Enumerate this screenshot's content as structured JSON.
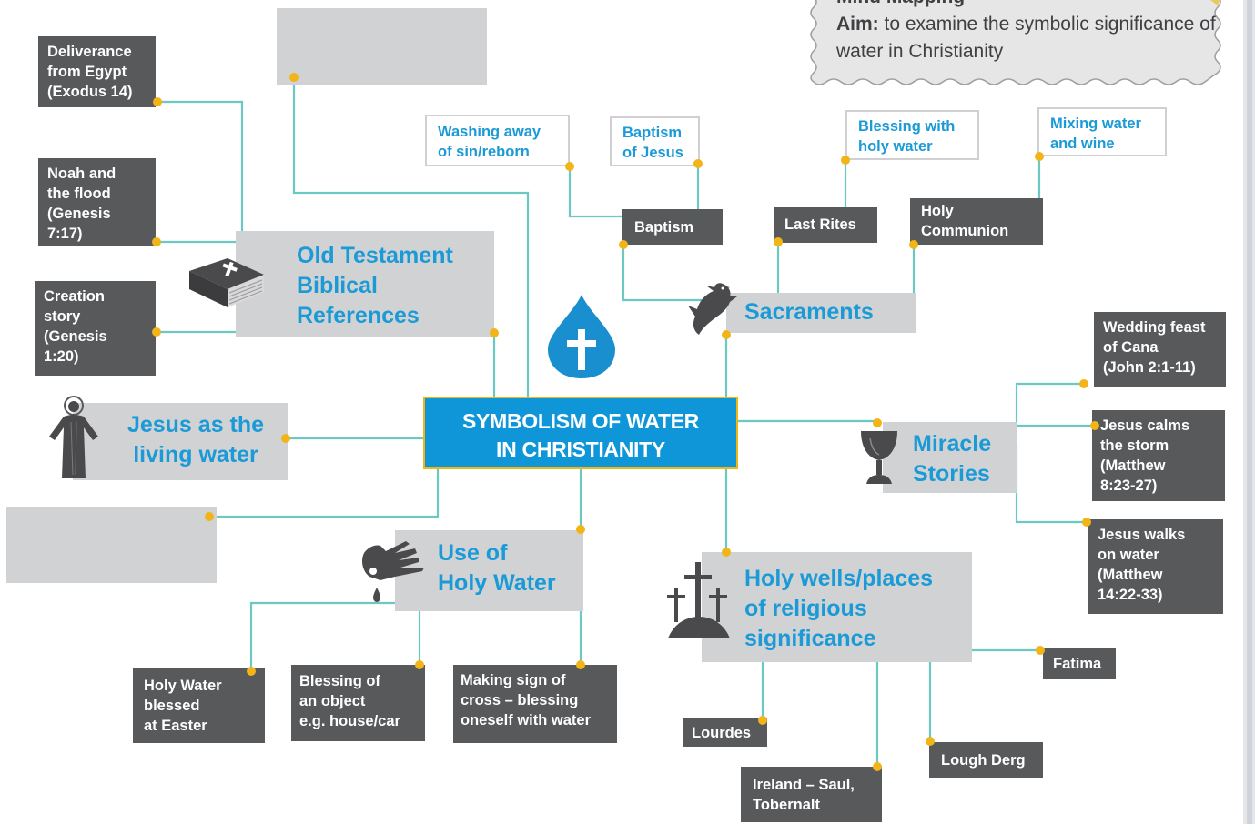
{
  "aim": {
    "heading": "Mind Mapping",
    "label": "Aim:",
    "text": " to examine the symbolic significance of water in Christianity"
  },
  "center": {
    "line1": "SYMBOLISM OF WATER",
    "line2": "IN CHRISTIANITY"
  },
  "topics": {
    "old_testament": {
      "l1": "Old Testament",
      "l2": "Biblical",
      "l3": "References"
    },
    "sacraments": {
      "l1": "Sacraments"
    },
    "jesus_living_water": {
      "l1": "Jesus as the",
      "l2": "living water"
    },
    "miracle_stories": {
      "l1": "Miracle",
      "l2": "Stories"
    },
    "use_holy_water": {
      "l1": "Use of",
      "l2": "Holy Water"
    },
    "holy_wells": {
      "l1": "Holy wells/places",
      "l2": "of religious",
      "l3": "significance"
    }
  },
  "old_testament_items": {
    "deliverance": {
      "l1": "Deliverance",
      "l2": "from Egypt",
      "l3": "(Exodus 14)"
    },
    "noah": {
      "l1": "Noah and",
      "l2": "the flood",
      "l3": "(Genesis",
      "l4": "7:17)"
    },
    "creation": {
      "l1": "Creation",
      "l2": "story",
      "l3": "(Genesis",
      "l4": "1:20)"
    }
  },
  "sacrament_items": {
    "baptism": "Baptism",
    "last_rites": "Last Rites",
    "holy_communion": {
      "l1": "Holy",
      "l2": "Communion"
    }
  },
  "sacrament_meanings": {
    "washing": {
      "l1": "Washing away",
      "l2": "of sin/reborn"
    },
    "baptism_jesus": {
      "l1": "Baptism",
      "l2": "of Jesus"
    },
    "blessing_holy": {
      "l1": "Blessing with",
      "l2": "holy water"
    },
    "mixing": {
      "l1": "Mixing water",
      "l2": "and wine"
    }
  },
  "miracle_items": {
    "cana": {
      "l1": "Wedding feast",
      "l2": "of Cana",
      "l3": "(John 2:1-11)"
    },
    "calms": {
      "l1": "Jesus calms",
      "l2": "the storm",
      "l3": "(Matthew",
      "l4": "8:23-27)"
    },
    "walks": {
      "l1": "Jesus walks",
      "l2": "on water",
      "l3": "(Matthew",
      "l4": "14:22-33)"
    }
  },
  "holy_water_items": {
    "easter": {
      "l1": "Holy Water",
      "l2": "blessed",
      "l3": "at Easter"
    },
    "object": {
      "l1": "Blessing of",
      "l2": "an object",
      "l3": "e.g. house/car"
    },
    "cross": {
      "l1": "Making sign of",
      "l2": "cross – blessing",
      "l3": "oneself with water"
    }
  },
  "wells_items": {
    "fatima": "Fatima",
    "lourdes": "Lourdes",
    "lough_derg": "Lough Derg",
    "ireland": {
      "l1": "Ireland – Saul,",
      "l2": "Tobernalt"
    }
  },
  "colors": {
    "accent_blue": "#1a9ad6",
    "center_fill": "#0f96d8",
    "center_border": "#f2b70f",
    "connector": "#6cc8c3",
    "dot": "#f2b417",
    "dark_box": "#58595b",
    "grey_box": "#d1d2d4",
    "icon": "#4a4a4c"
  },
  "icons": [
    "bible-icon",
    "jesus-figure-icon",
    "water-drop-cross-icon",
    "dove-icon",
    "chalice-icon",
    "hand-water-icon",
    "three-crosses-icon"
  ]
}
